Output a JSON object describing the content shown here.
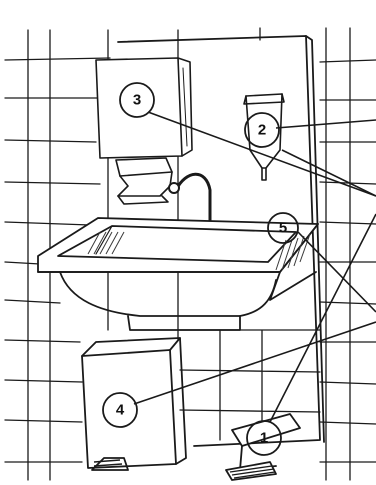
{
  "diagram": {
    "labels": [
      "1",
      "2",
      "3",
      "4",
      "5"
    ],
    "colors": {
      "ink": "#1a1a1a",
      "paper": "#ffffff",
      "shade": "#3a3a3a"
    }
  }
}
